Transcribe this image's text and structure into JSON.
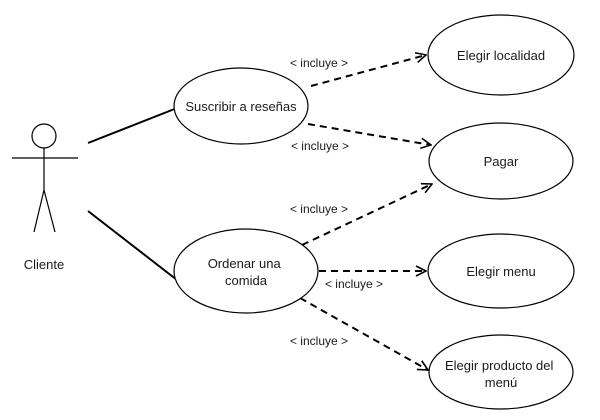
{
  "actor": {
    "label": "Cliente"
  },
  "use_cases": {
    "suscribir": {
      "label": "Suscribir a reseñas"
    },
    "ordenar": {
      "lines": [
        "Ordenar una",
        "comida"
      ]
    },
    "localidad": {
      "label": "Elegir localidad"
    },
    "pagar": {
      "label": "Pagar"
    },
    "menu": {
      "label": "Elegir menu"
    },
    "producto": {
      "lines": [
        "Elegir producto del",
        "menú"
      ]
    }
  },
  "relations": {
    "suscribir_localidad": "< incluye >",
    "suscribir_pagar": "< incluye >",
    "ordenar_pagar": "< incluye >",
    "ordenar_menu": "< incluye >",
    "ordenar_producto": "< incluye >"
  }
}
